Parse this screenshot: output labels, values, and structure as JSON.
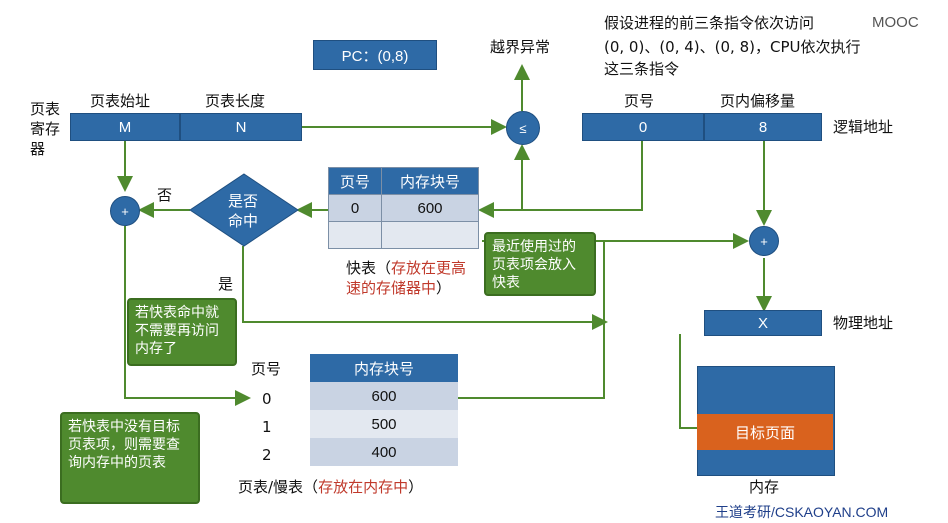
{
  "pc_label": "PC：(0,8)",
  "overflow_label": "越界异常",
  "intro_text_line1": "假设进程的前三条指令依次访问",
  "intro_text_line2": "(0, 0)、(0, 4)、(0, 8)，CPU依次执行",
  "intro_text_line3": "这三条指令",
  "watermark_top": "MOOC",
  "register": {
    "label_line1": "页表",
    "label_line2": "寄存",
    "label_line3": "器",
    "start_label": "页表始址",
    "length_label": "页表长度",
    "start_value": "M",
    "length_value": "N"
  },
  "compare_symbol": "≤",
  "logical": {
    "page_label": "页号",
    "offset_label": "页内偏移量",
    "page_value": "0",
    "offset_value": "8",
    "caption": "逻辑地址"
  },
  "physical": {
    "value": "X",
    "caption": "物理地址"
  },
  "add_symbol": "+",
  "hit": {
    "question_line1": "是否",
    "question_line2": "命中",
    "no_label": "否",
    "yes_label": "是"
  },
  "tlb": {
    "header_page": "页号",
    "header_frame": "内存块号",
    "rows": [
      {
        "page": "0",
        "frame": "600"
      },
      {
        "page": "",
        "frame": ""
      }
    ],
    "caption_prefix": "快表（",
    "caption_red": "存放在更高速的存储器中",
    "caption_suffix": "）"
  },
  "callouts": {
    "recent": "最近使用过的页表项会放入快表",
    "hit_no_memory": "若快表命中就不需要再访问内存了",
    "miss_query": "若快表中没有目标页表项，则需要查询内存中的页表"
  },
  "page_table": {
    "header_page": "页号",
    "header_frame": "内存块号",
    "rows": [
      {
        "page": "0",
        "frame": "600"
      },
      {
        "page": "1",
        "frame": "500"
      },
      {
        "page": "2",
        "frame": "400"
      }
    ],
    "caption_prefix": "页表/慢表（",
    "caption_red": "存放在内存中",
    "caption_suffix": "）"
  },
  "memory": {
    "target_label": "目标页面",
    "caption": "内存"
  },
  "footer_brand": "王道考研/CSKAOYAN.COM",
  "colors": {
    "box_blue": "#2e6aa6",
    "arrow_green": "#4f8a2e",
    "target_orange": "#d9621e",
    "row_light": "#c9d3e3"
  }
}
